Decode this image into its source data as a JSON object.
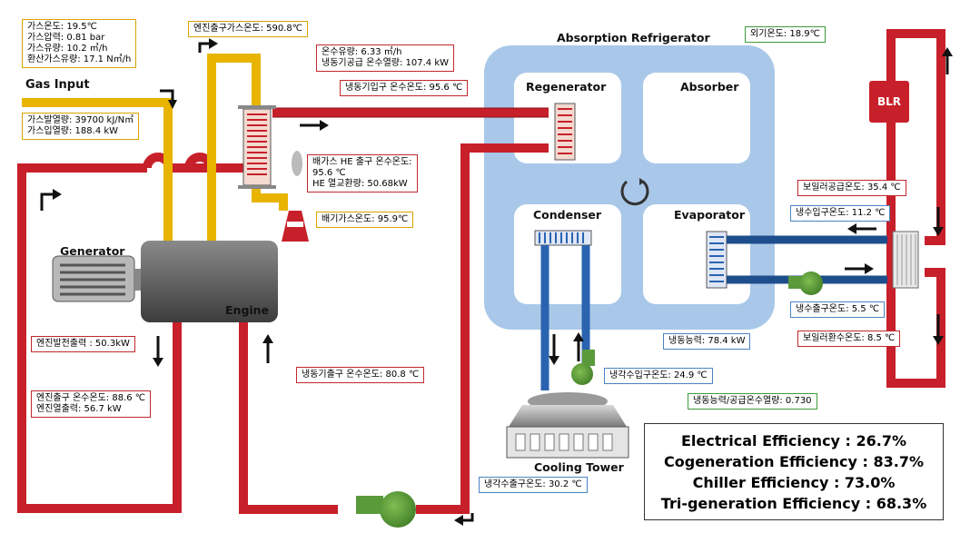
{
  "components": {
    "gas_input": "Gas Input",
    "generator": "Generator",
    "engine": "Engine",
    "absorption_refrigerator": "Absorption Refrigerator",
    "regenerator": "Regenerator",
    "absorber": "Absorber",
    "condenser": "Condenser",
    "evaporator": "Evaporator",
    "cooling_tower": "Cooling Tower",
    "blr": "BLR"
  },
  "labels": {
    "gas_props": [
      "가스온도: 19.5℃",
      "가스압력: 0.81 bar",
      "가스유량: 10.2 ㎥/h",
      "환산가스유량: 17.1 N㎥/h"
    ],
    "gas_heat": [
      "가스발열량: 39700 kJ/N㎥",
      "가스입열량: 188.4 kW"
    ],
    "engine_exhaust_gas_temp": "엔진출구가스온도: 590.8℃",
    "hot_water_flow": [
      "온수유량: 6.33 ㎥/h",
      "냉동기공급 온수열량: 107.4 kW"
    ],
    "chiller_inlet_hw_temp": "냉동기입구 온수온도: 95.6 ℃",
    "exhaust_he": [
      "배가스 HE 출구 온수온도:",
      "95.6 ℃",
      "HE 열교환량: 50.68kW"
    ],
    "exhaust_gas_temp": "배기가스온도: 95.9℃",
    "outdoor_temp": "외기온도: 18.9℃",
    "boiler_supply_temp": "보일러공급온도: 35.4 ℃",
    "chilled_water_inlet_temp": "냉수입구온도: 11.2 ℃",
    "chilled_water_outlet_temp": "냉수출구온도: 5.5 ℃",
    "boiler_return_temp": "보일러환수온도: 8.5 ℃",
    "cooling_capacity": "냉동능력: 78.4 kW",
    "cooling_water_inlet_temp": "냉각수입구온도: 24.9 ℃",
    "cooling_ratio": "냉동능력/공급온수열량: 0.730",
    "engine_power": "엔진발전출력 : 50.3kW",
    "engine_outlet": [
      "엔진출구 온수온도: 88.6 ℃",
      "엔진열출력: 56.7 kW"
    ],
    "chiller_outlet_hw_temp": "냉동기출구 온수온도: 80.8 ℃",
    "cooling_water_outlet_temp": "냉각수출구온도: 30.2 ℃"
  },
  "efficiency": [
    "Electrical Efficiency : 26.7%",
    "Cogeneration Efficiency : 83.7%",
    "Chiller Efficiency : 73.0%",
    "Tri-generation Efficiency : 68.3%"
  ],
  "colors": {
    "hot_water_pipe": "#c8202a",
    "gas_pipe": "#e8b400",
    "exhaust_pipe": "#e8b400",
    "chilled_pipe": "#1f4e8c",
    "cooling_pipe": "#2a63b0",
    "refrigerator_body": "#aac9e8",
    "pump": "#5a9a3a",
    "engine": "#5a5a5a"
  }
}
